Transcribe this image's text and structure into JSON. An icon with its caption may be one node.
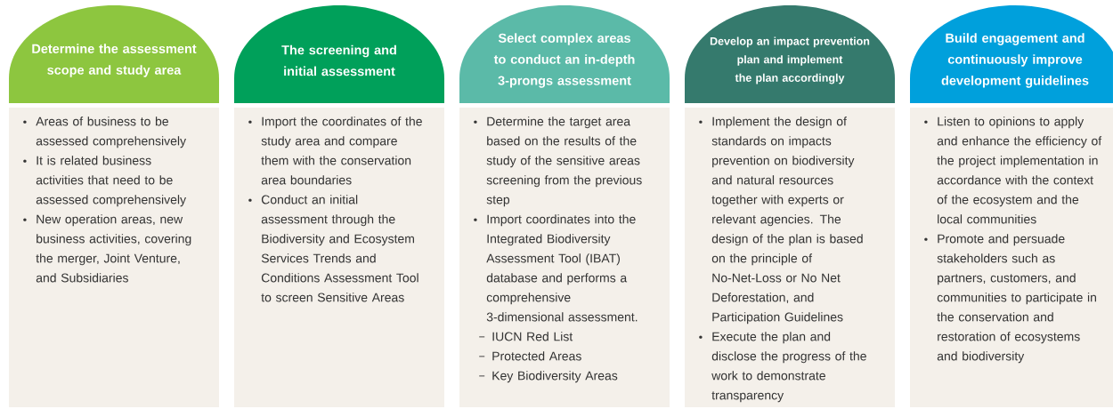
{
  "diagram": {
    "nodes": [
      {
        "text": [
          "Determine the assessment scope and study area"
        ]
      },
      {
        "text": [
          "Areas of business to be assessed comprehensively",
          "It is related business activities that need to be assessed comprehensively",
          "New operation areas, new business activities, covering the merger, Joint Venture, and Subsidiaries"
        ]
      },
      {
        "text": [
          "The screening and initial assessment"
        ]
      },
      {
        "text": [
          "Import the coordinates of the study area and compare them with the conservation area boundaries",
          "Conduct an initial assessment through the Biodiversity and Ecosystem Services Trends and Conditions Assessment Tool to screen Sensitive Areas"
        ]
      },
      {
        "text": [
          "Select complex areas to conduct an in-depth 3-prongs assessment"
        ]
      },
      {
        "text": [
          "Determine the target area based on the results of the study of the sensitive areas screening from the previous step",
          "Import coordinates into the Integrated Biodiversity Assessment Tool (IBAT) database and performs a comprehensive 3-dimensional assessment.",
          "IUCN Red List",
          "Protected Areas",
          "Key Biodiversity Areas"
        ]
      },
      {
        "text": [
          "Develop an impact prevention plan and implement the plan accordingly"
        ]
      },
      {
        "text": [
          "Implement the design of standards on impacts prevention on biodiversity and natural resources together with experts or relevant agencies. The design of the plan is based on the principle of No-Net-Loss or No Net Deforestation, and Participation Guidelines",
          "Execute the plan and disclose the progress of the work to demonstrate transparency"
        ]
      },
      {
        "text": [
          "Build engagement and continuously improve development guidelines"
        ]
      },
      {
        "text": [
          "Listen to opinions to apply and enhance the efficiency of the project implementation in accordance with the context of the ecosystem and the local communities",
          "Promote and persuade stakeholders such as partners, customers, and communities to participate in the conservation and restoration of ecosystems and biodiversity"
        ]
      }
    ]
  }
}
